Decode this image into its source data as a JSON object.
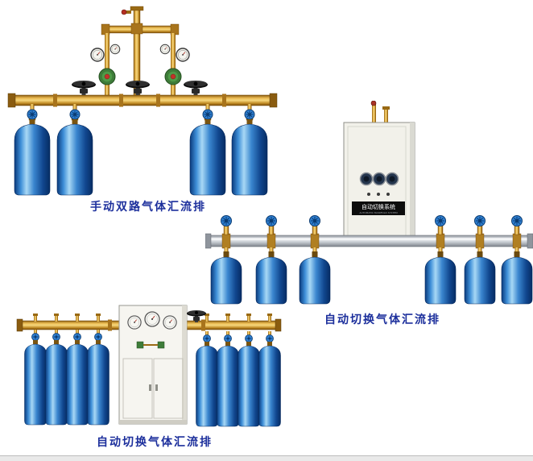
{
  "page": {
    "background": "#ffffff"
  },
  "figures": [
    {
      "id": "manual-dual-manifold",
      "caption": "手动双路气体汇流排",
      "cylinder_count": 4
    },
    {
      "id": "auto-switch-manifold-wall",
      "caption": "自动切换气体汇流排",
      "cylinder_count": 6
    },
    {
      "id": "auto-switch-manifold-cabinet",
      "caption": "自动切换气体汇流排",
      "cylinder_count": 8
    }
  ],
  "cabinet_panel": {
    "label_cn": "自动切换系统",
    "label_en": "AUTOMATIC MANIFOLD SYSTEM"
  },
  "colors": {
    "caption_text": "#1c2f9c",
    "cylinder_blue": "#2f7fd0",
    "brass_pipe": "#d9a43f",
    "silver_pipe": "#c6cbd1",
    "cabinet_body": "#f2f1ea",
    "nameplate": "#0d0d0d"
  }
}
